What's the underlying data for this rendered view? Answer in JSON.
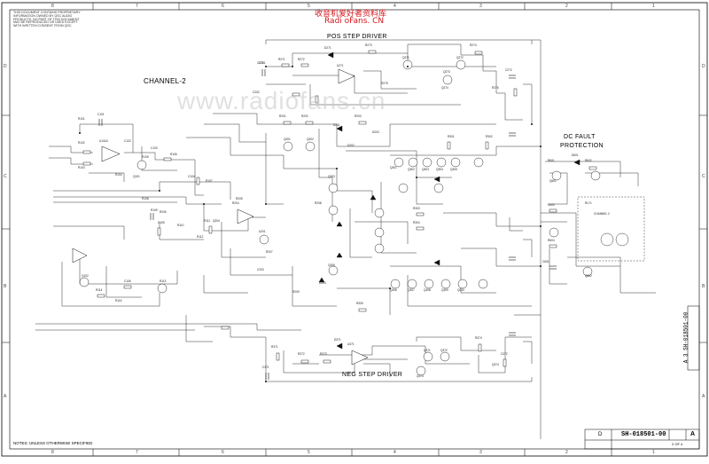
{
  "header": {
    "site_name_cn": "收音机爱好者资料库",
    "site_name_en": "Radi oFans. CN",
    "proprietary_notice": [
      "THIS DOCUMENT CONTAINS PROPRIETARY",
      "INFORMATION OWNED BY QSC AUDIO",
      "PRODUCTS. NO PART OF THIS DOCUMENT",
      "MAY BE REPRODUCED OR USED EXCEPT",
      "WITH WRITTEN CONSENT FROM QSC."
    ]
  },
  "watermark": "www.radiofans.cn",
  "sections": {
    "channel": "CHANNEL-2",
    "pos_step_driver": "POS STEP DRIVER",
    "neg_step_driver": "NEG STEP DRIVER",
    "dc_fault_line1": "DC FAULT",
    "dc_fault_line2": "PROTECTION"
  },
  "notes": "NOTES: UNLESS OTHERWISE SPECIFIED",
  "border": {
    "columns_top": [
      "8",
      "7",
      "6",
      "5",
      "4",
      "3",
      "2",
      "1"
    ],
    "columns_bottom": [
      "8",
      "7",
      "6",
      "5",
      "4",
      "3",
      "2",
      "1"
    ],
    "rows_left": [
      "D",
      "C",
      "B",
      "A"
    ],
    "rows_right": [
      "D",
      "C",
      "B",
      "A"
    ]
  },
  "title_block": {
    "doc_number": "SH-018501-00",
    "rev": "A",
    "side_label": "A 3 SH-018501-00",
    "size": "D",
    "sheet": "2 OF 4"
  },
  "components": {
    "left_area": [
      "R101",
      "C101",
      "R102",
      "U101A",
      "C102",
      "R103",
      "R104",
      "C103",
      "R105",
      "Q101",
      "R106",
      "C104",
      "R107",
      "R108",
      "R109",
      "C105",
      "R110",
      "R111",
      "R112",
      "Q102",
      "R113",
      "C106",
      "R114",
      "R115"
    ],
    "center_area": [
      "Q201",
      "Q202",
      "Q203",
      "R201",
      "R202",
      "R203",
      "C201",
      "C202",
      "D201",
      "D202",
      "D203",
      "R204",
      "R205",
      "U201",
      "Q204",
      "R206",
      "R207",
      "C203",
      "R208",
      "D204",
      "Q205",
      "R209"
    ],
    "pos_driver": [
      "R271",
      "R272",
      "C271",
      "Q271",
      "Q272",
      "U271",
      "R273",
      "R274",
      "D271",
      "Q273",
      "R275",
      "C272",
      "Q274",
      "R276"
    ],
    "output_stage": [
      "Q301",
      "Q302",
      "Q303",
      "Q304",
      "Q305",
      "R301",
      "R302",
      "R303",
      "R304",
      "R305",
      "Q306",
      "Q307",
      "Q308",
      "Q309",
      "Q310"
    ],
    "neg_driver": [
      "R371",
      "R372",
      "C371",
      "Q371",
      "Q372",
      "U371",
      "R373",
      "D371",
      "Q373",
      "R374",
      "C372",
      "Q374"
    ],
    "dc_fault": [
      "R601",
      "R602",
      "D601",
      "Q601",
      "R603",
      "C601",
      "R604",
      "Q602",
      "RLY1",
      "CHANNEL 2"
    ]
  }
}
